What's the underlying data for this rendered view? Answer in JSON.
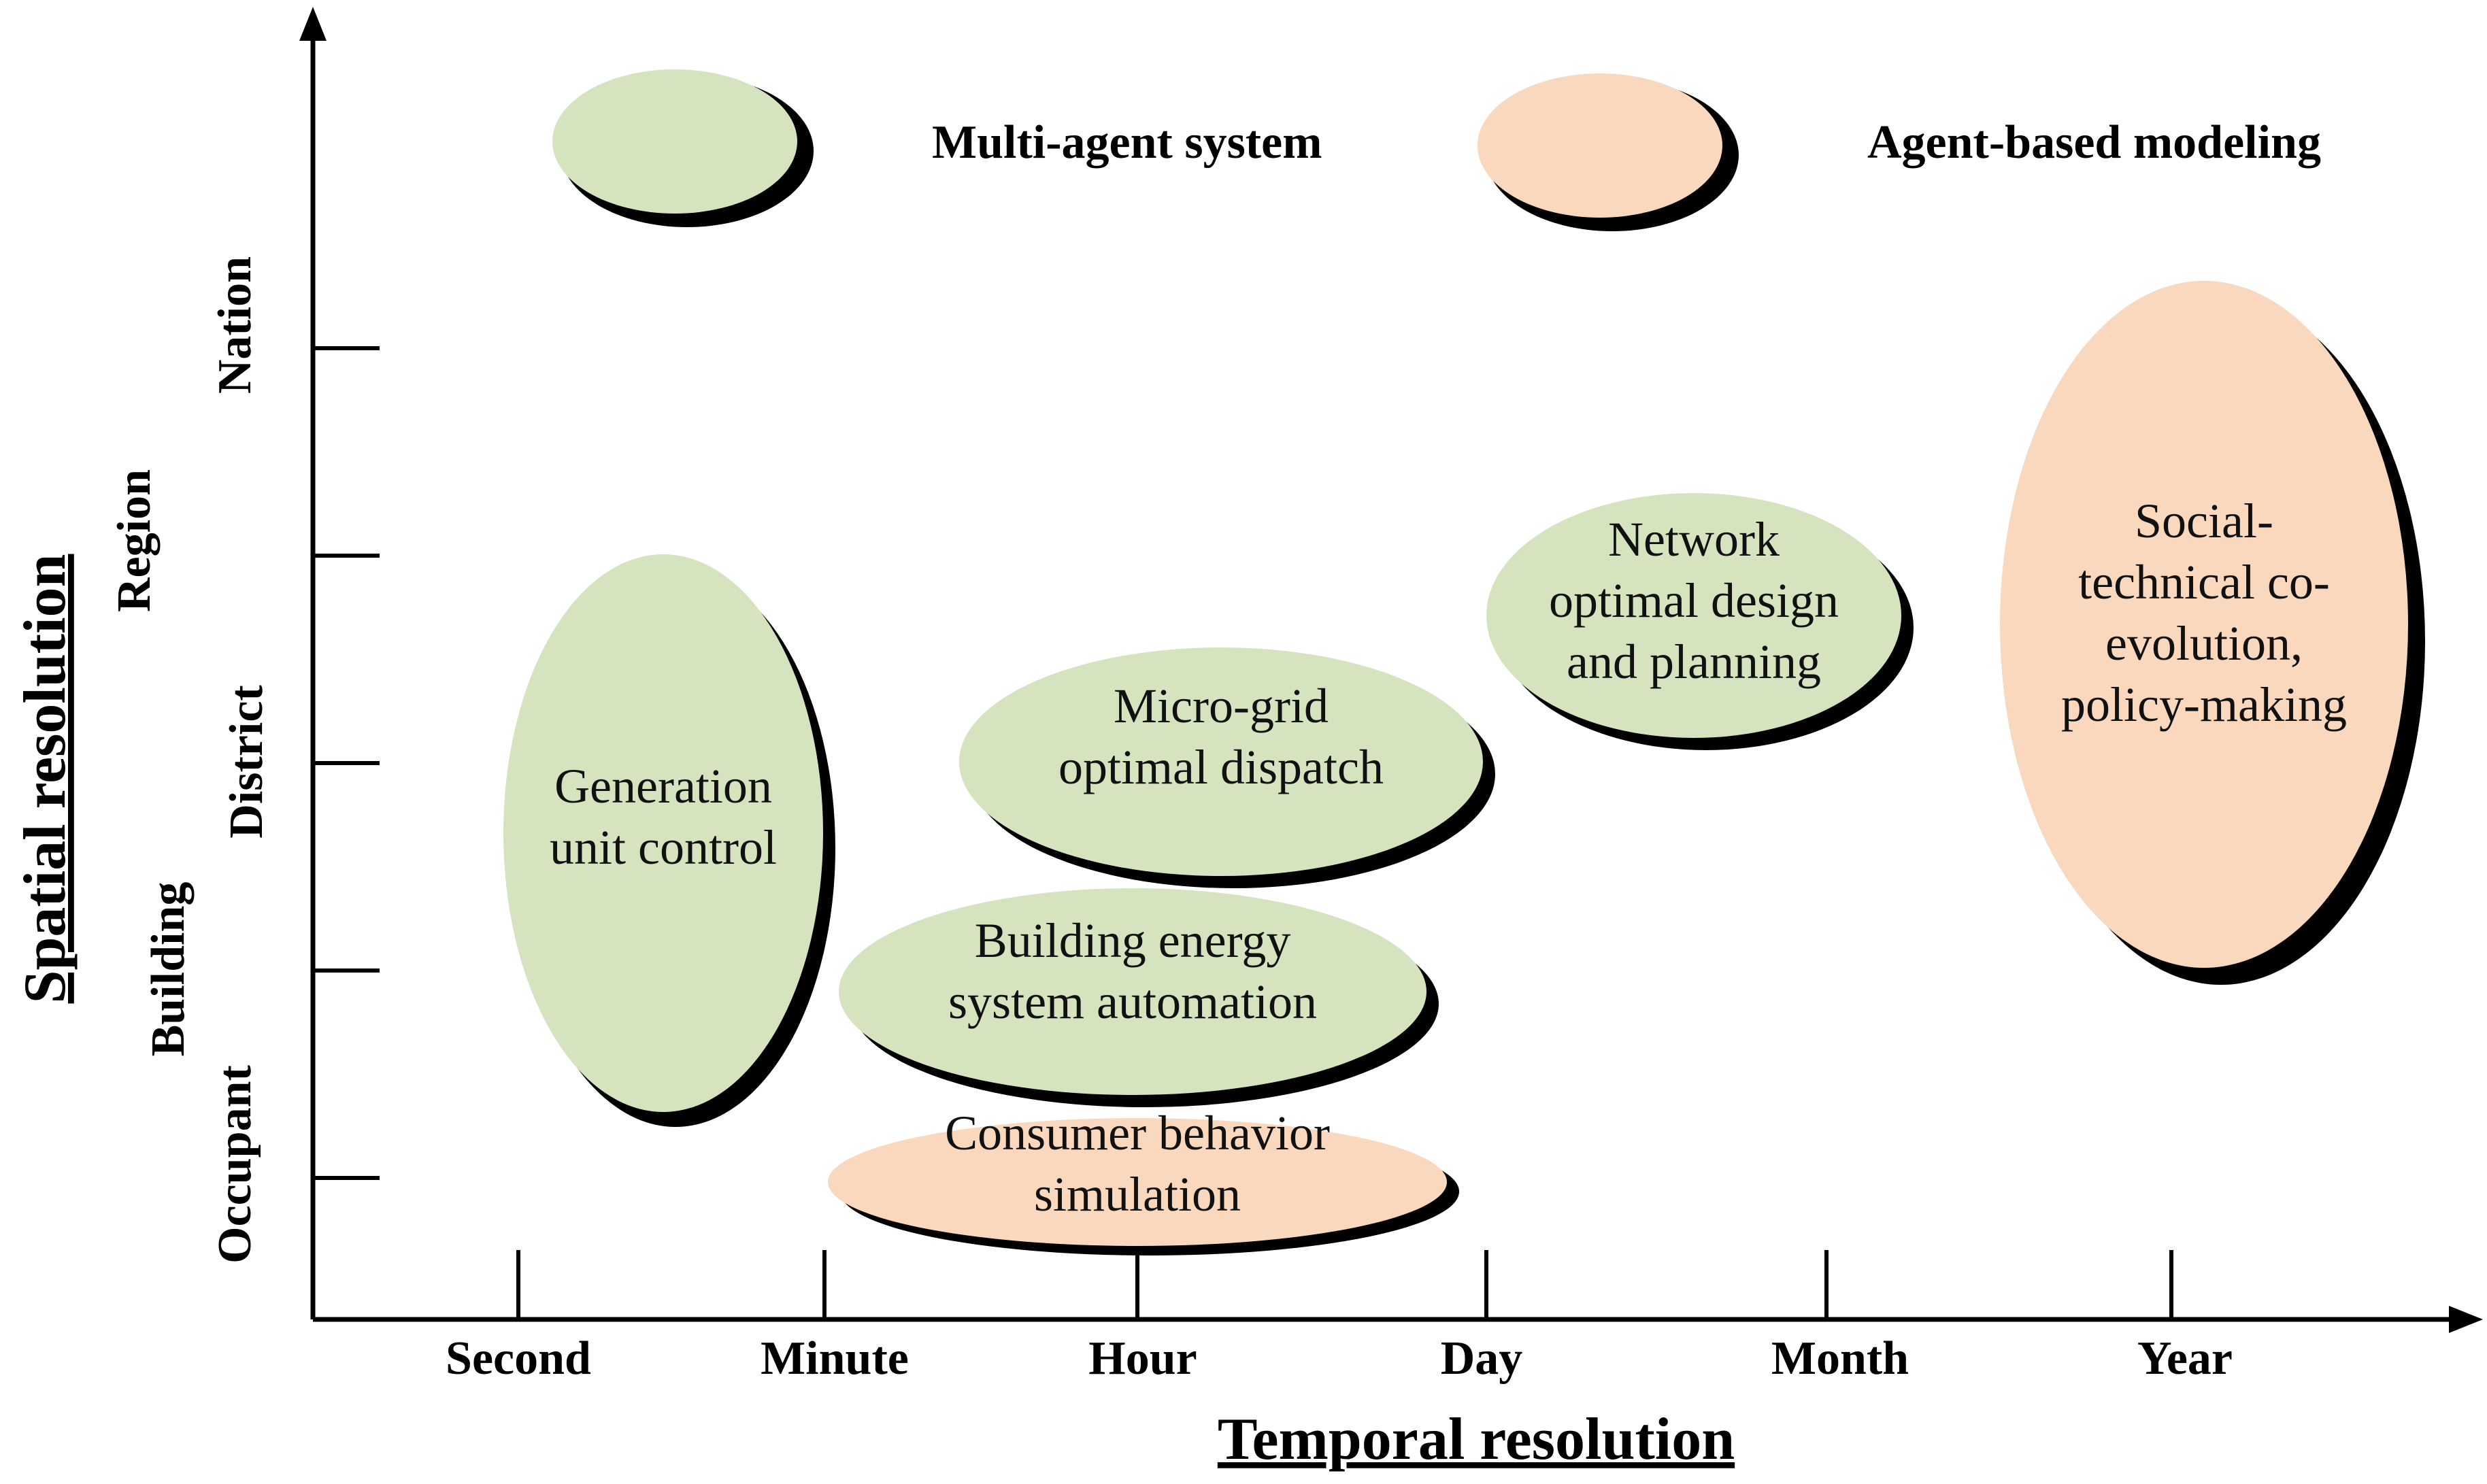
{
  "colors": {
    "multi_agent": "#d6e3bf",
    "agent_based": "#f9d8bd",
    "shadow": "#000000",
    "axis": "#000000"
  },
  "legend": {
    "multi_agent_label": "Multi-agent system",
    "agent_based_label": "Agent-based modeling"
  },
  "x_axis": {
    "title": "Temporal resolution",
    "ticks": [
      "Second",
      "Minute",
      "Hour",
      "Day",
      "Month",
      "Year"
    ]
  },
  "y_axis": {
    "title": "Spatial resolution",
    "ticks": [
      "Occupant",
      "Building",
      "District",
      "Region",
      "Nation"
    ]
  },
  "bubbles": [
    {
      "id": "generation-unit-control",
      "category": "multi_agent",
      "lines": [
        "Generation",
        "unit control"
      ]
    },
    {
      "id": "micro-grid-optimal-dispatch",
      "category": "multi_agent",
      "lines": [
        "Micro-grid",
        "optimal dispatch"
      ]
    },
    {
      "id": "building-energy-system-automation",
      "category": "multi_agent",
      "lines": [
        "Building energy",
        "system automation"
      ]
    },
    {
      "id": "consumer-behavior-simulation",
      "category": "agent_based",
      "lines": [
        "Consumer behavior",
        "simulation"
      ]
    },
    {
      "id": "network-optimal-design",
      "category": "multi_agent",
      "lines": [
        "Network",
        "optimal design",
        "and planning"
      ]
    },
    {
      "id": "social-technical-coevolution",
      "category": "agent_based",
      "lines": [
        "Social-",
        "technical co-",
        "evolution,",
        "policy-making"
      ]
    }
  ]
}
